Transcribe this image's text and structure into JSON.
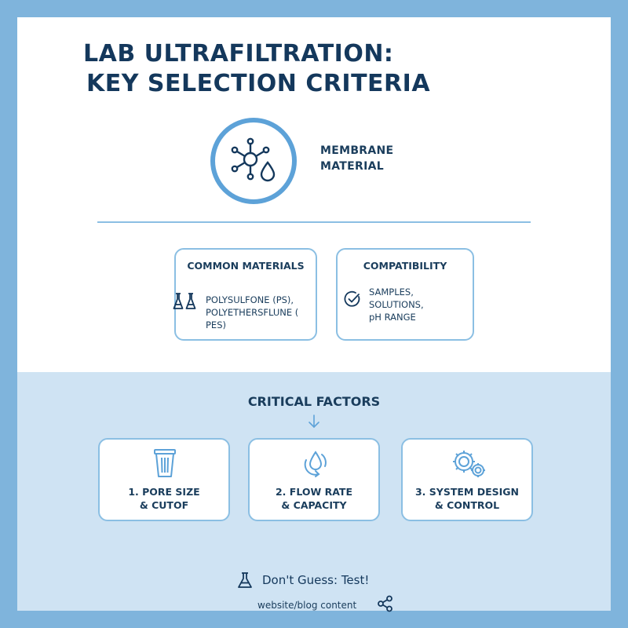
{
  "title": {
    "line1": "LAB ULTRAFILTRATION:",
    "line2": "KEY SELECTION CRITERIA"
  },
  "membrane": {
    "icon": "molecule-drop-icon",
    "line1": "MEMBRANE",
    "line2": "MATERIAL"
  },
  "cards": {
    "materials": {
      "heading": "COMMON MATERIALS",
      "icon": "flasks-icon",
      "line1": "POLYSULFONE (PS),",
      "line2": "POLYETHERSFLUNE ( PES)"
    },
    "compatibility": {
      "heading": "COMPATIBILITY",
      "icon": "checkmark-circle-icon",
      "line1": "SAMPLES,",
      "line2": "SOLUTIONS,",
      "line3": "pH RANGE"
    }
  },
  "critical": {
    "heading": "CRITICAL FACTORS",
    "factors": [
      {
        "icon": "filter-bin-icon",
        "line1": "1. PORE SIZE",
        "line2": "& CUTOF"
      },
      {
        "icon": "drop-cycle-icon",
        "line1": "2. FLOW RATE",
        "line2": "& CAPACITY"
      },
      {
        "icon": "gears-icon",
        "line1": "3. SYSTEM DESIGN",
        "line2": "& CONTROL"
      }
    ]
  },
  "footer": {
    "tagline": "Don't Guess: Test!",
    "credit": "website/blog content",
    "icons": [
      "flask-icon",
      "share-icon"
    ]
  },
  "colors": {
    "border": "#7fb4dc",
    "accent": "#5da2d8",
    "navy": "#14385c",
    "panel": "#cfe3f3"
  }
}
